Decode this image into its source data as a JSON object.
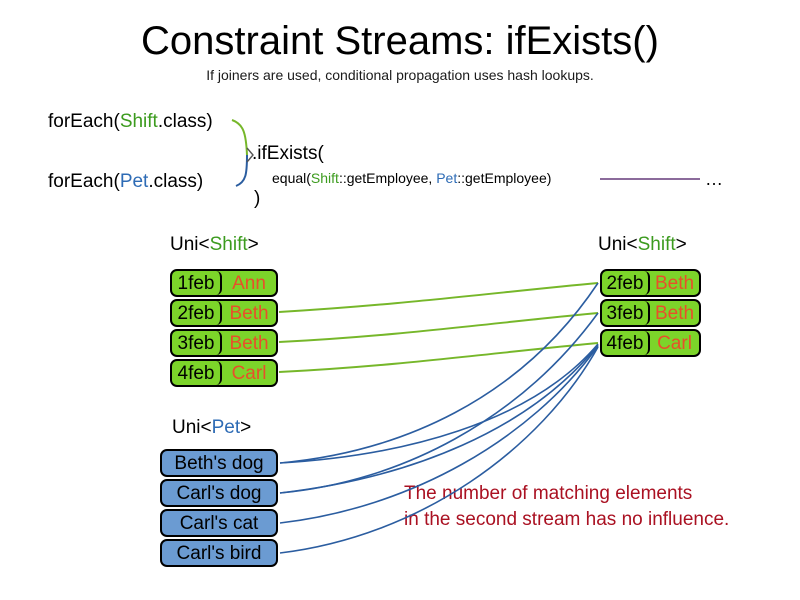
{
  "header": {
    "title": "Constraint Streams: ifExists()",
    "subtitle": "If joiners are used, conditional propagation uses hash lookups."
  },
  "code": {
    "foreach_shift": {
      "prefix": "forEach(",
      "type": "Shift",
      "suffix": ".class)"
    },
    "foreach_pet": {
      "prefix": "forEach(",
      "type": "Pet",
      "suffix": ".class)"
    },
    "if_exists": ".ifExists(",
    "equal": {
      "prefix": "equal(",
      "first_type": "Shift",
      "mid": "::getEmployee, ",
      "second_type": "Pet",
      "suffix": "::getEmployee)"
    },
    "close_paren": ")",
    "ellipsis": "…"
  },
  "streams": {
    "left_shift": {
      "label_prefix": "Uni<",
      "label_type": "Shift",
      "label_suffix": ">",
      "rows": [
        {
          "date": "1feb",
          "employee": "Ann"
        },
        {
          "date": "2feb",
          "employee": "Beth"
        },
        {
          "date": "3feb",
          "employee": "Beth"
        },
        {
          "date": "4feb",
          "employee": "Carl"
        }
      ]
    },
    "right_shift": {
      "label_prefix": "Uni<",
      "label_type": "Shift",
      "label_suffix": ">",
      "rows": [
        {
          "date": "2feb",
          "employee": "Beth"
        },
        {
          "date": "3feb",
          "employee": "Beth"
        },
        {
          "date": "4feb",
          "employee": "Carl"
        }
      ]
    },
    "left_pet": {
      "label_prefix": "Uni<",
      "label_type": "Pet",
      "label_suffix": ">",
      "rows": [
        {
          "name": "Beth's dog"
        },
        {
          "name": "Carl's dog"
        },
        {
          "name": "Carl's cat"
        },
        {
          "name": "Carl's bird"
        }
      ]
    }
  },
  "annotation": {
    "line1": "The number of matching elements",
    "line2": "in the second stream has no influence."
  },
  "colors": {
    "shift_green": "#7CD42A",
    "pet_blue": "#6B9BD2",
    "employee_orange": "#E8502A",
    "type_shift_green": "#3C9B1E",
    "type_pet_blue": "#2D6BB5",
    "annotation_red": "#AA1122",
    "link_green": "#76B72A",
    "link_blue": "#2B5DA0",
    "rule_purple": "#8B6B9B"
  }
}
